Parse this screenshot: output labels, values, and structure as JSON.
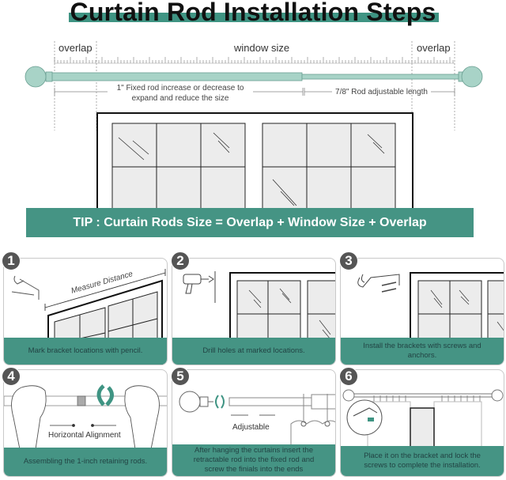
{
  "title": "Curtain Rod Installation Steps",
  "colors": {
    "accent": "#459484",
    "rod": "#a8d3c7",
    "title_bar": "#3f9483",
    "badge": "#555555"
  },
  "measurement": {
    "overlap_left": "overlap",
    "window_size": "window size",
    "overlap_right": "overlap",
    "fixed_rod_note_line1": "1\" Fixed rod increase or decrease to",
    "fixed_rod_note_line2": "expand and reduce the size",
    "adjustable_rod_note": "7/8\" Rod adjustable length"
  },
  "tip": "TIP : Curtain Rods Size = Overlap + Window Size + Overlap",
  "steps": [
    {
      "number": "1",
      "caption": "Mark bracket locations with pencil.",
      "label": "Measure Distance",
      "icon": "bracket-icon"
    },
    {
      "number": "2",
      "caption": "Drill holes at marked locations.",
      "icon": "drill-icon"
    },
    {
      "number": "3",
      "caption": "Install the brackets with screws and anchors.",
      "icon": "bracket-screws-icon"
    },
    {
      "number": "4",
      "caption": "Assembling the 1-inch retaining rods.",
      "label": "Horizontal Alignment",
      "icon": "rotate-icon"
    },
    {
      "number": "5",
      "caption": "After hanging the curtains insert the retractable rod into the fixed rod and screw the finials into the ends",
      "label": "Adjustable",
      "icon": "rotate-icon"
    },
    {
      "number": "6",
      "caption": "Place it on the bracket and lock the screws to complete the installation.",
      "icon": "bracket-lock-icon"
    }
  ]
}
